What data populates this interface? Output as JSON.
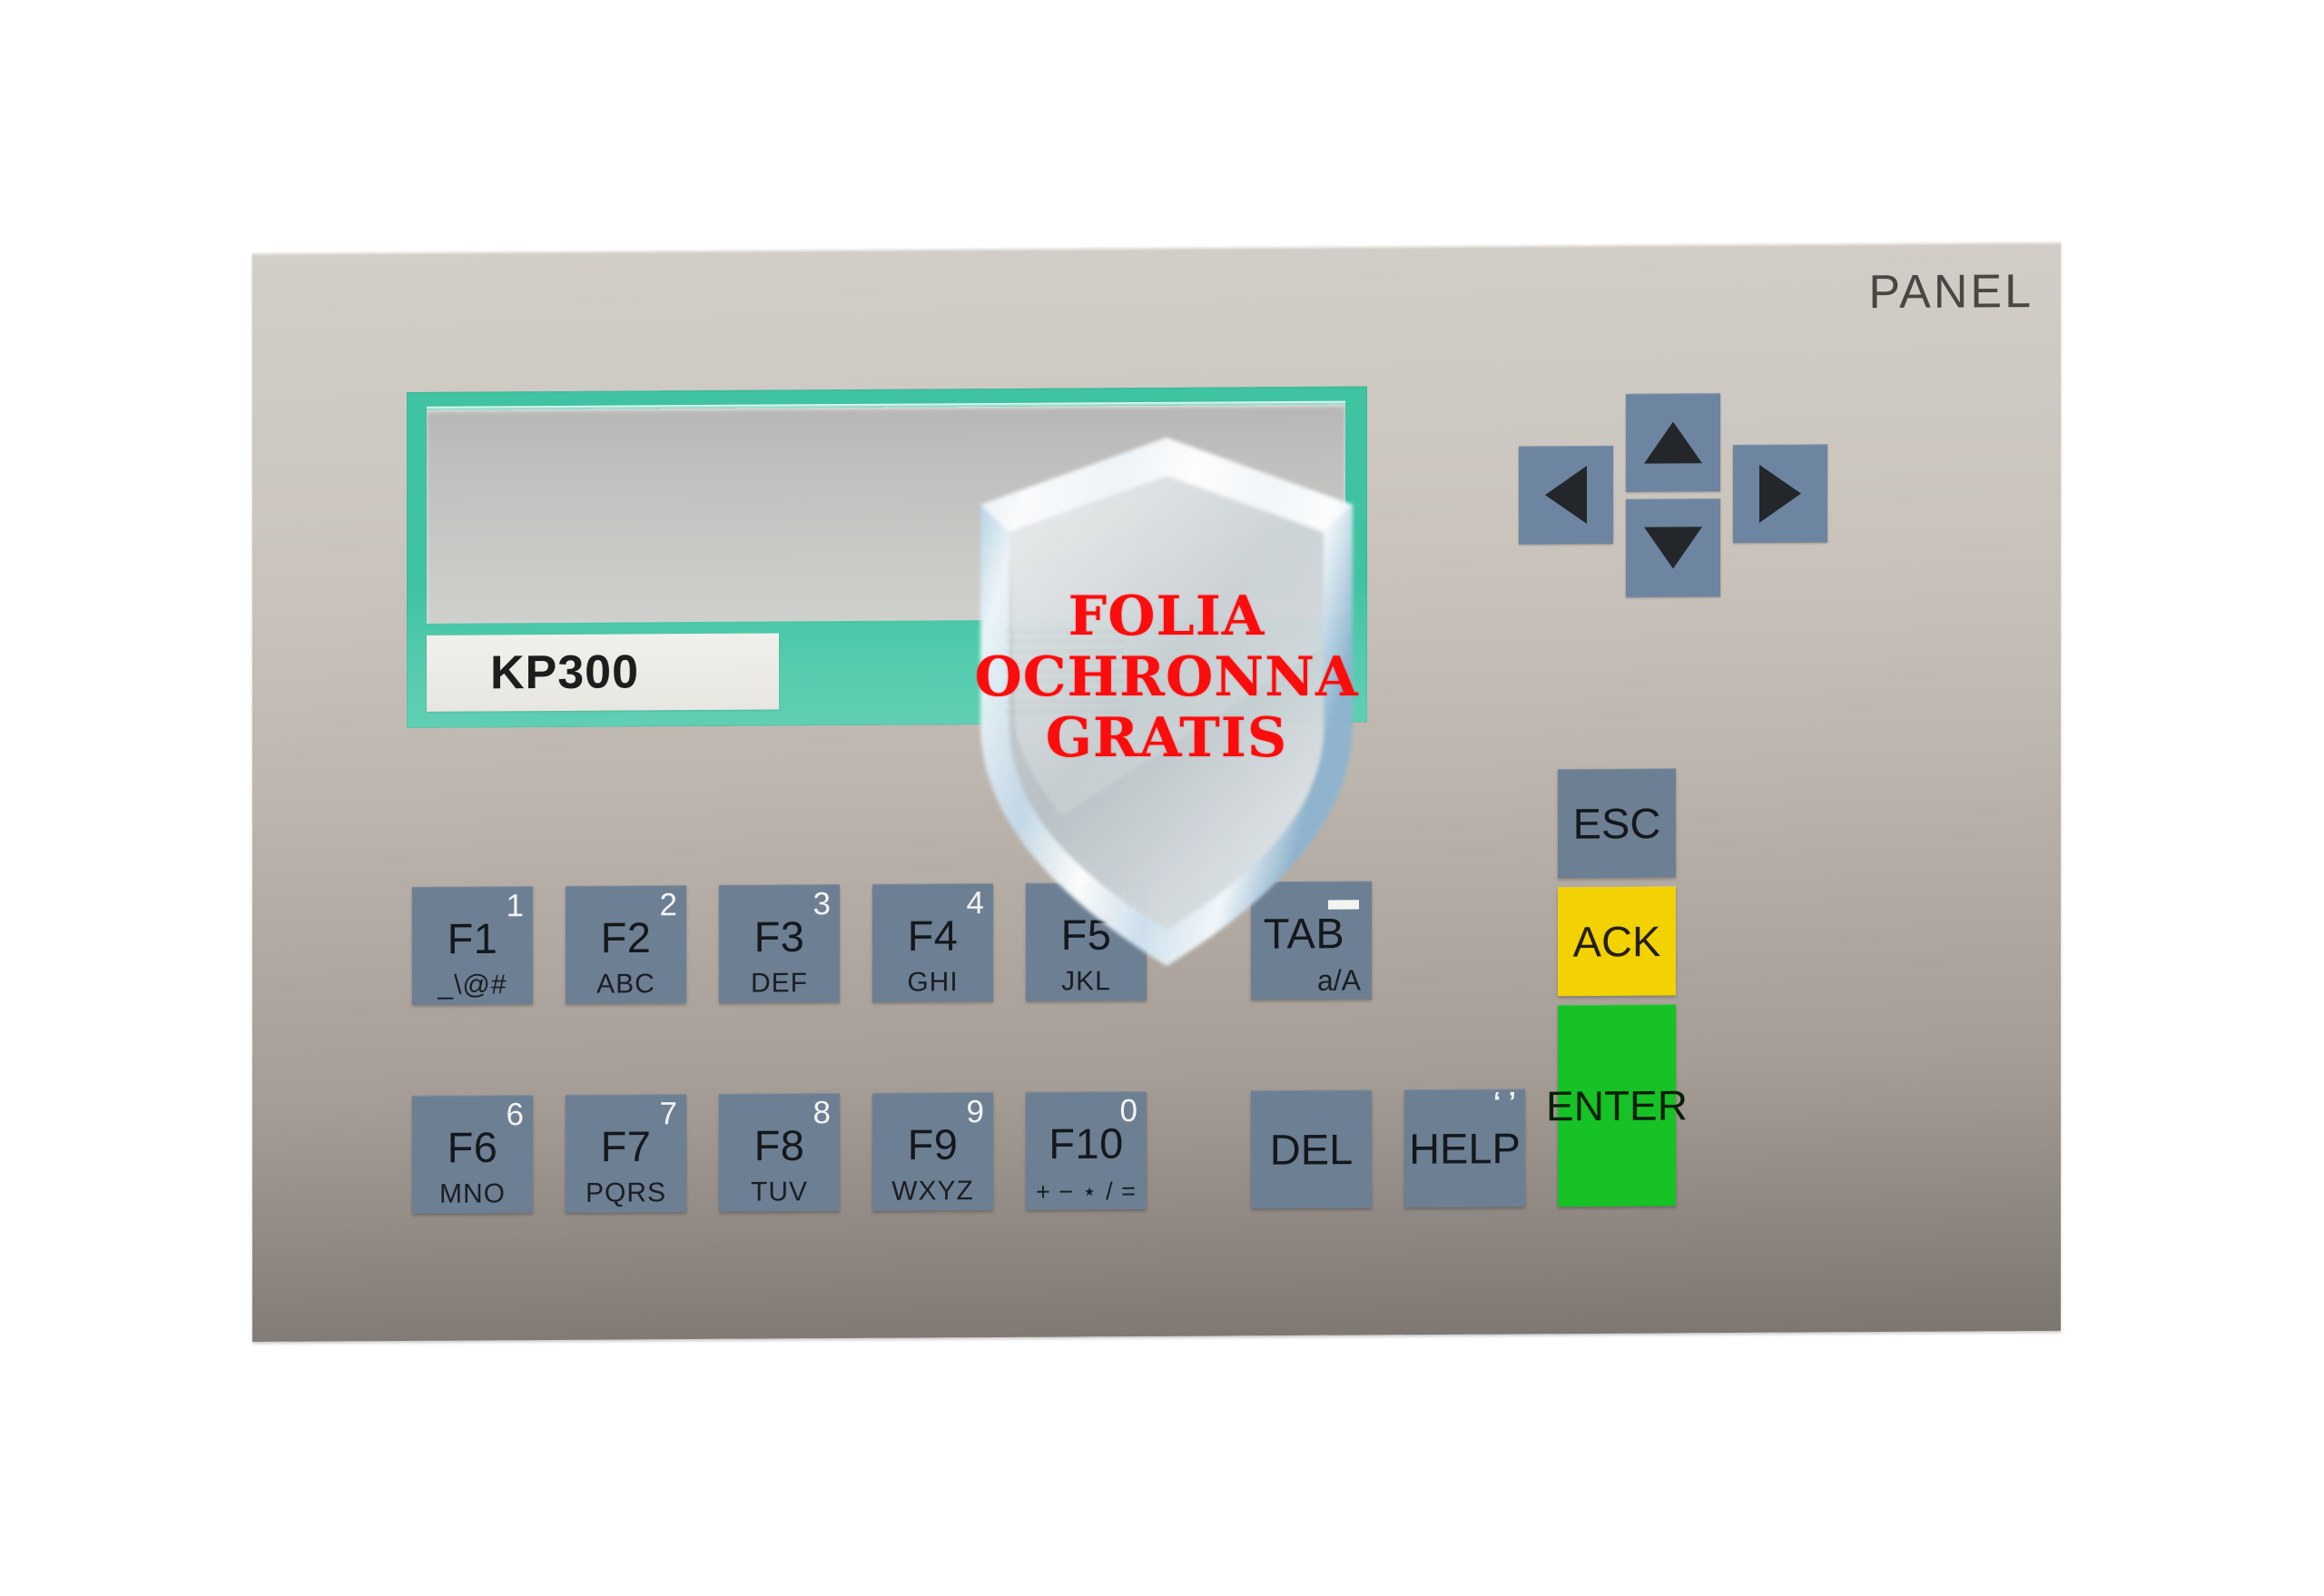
{
  "panel": {
    "wordmark": "PANEL",
    "model_label": "KP300",
    "colors": {
      "housing": "#c3bdb5",
      "bezel_green": "#3fc3a2",
      "key_blue": "#6d7f93",
      "arrow_blue": "#6d85a0",
      "ack_yellow": "#f2d202",
      "enter_green": "#16c225",
      "watermark_red": "#fb0d0d"
    }
  },
  "arrow_keys": [
    {
      "name": "arrow-up-key",
      "icon": "triangle-up-icon"
    },
    {
      "name": "arrow-down-key",
      "icon": "triangle-down-icon"
    },
    {
      "name": "arrow-left-key",
      "icon": "triangle-left-icon"
    },
    {
      "name": "arrow-right-key",
      "icon": "triangle-right-icon"
    }
  ],
  "function_keys_row1": [
    {
      "main": "F1",
      "num": "1",
      "sub": "_\\@#"
    },
    {
      "main": "F2",
      "num": "2",
      "sub": "ABC"
    },
    {
      "main": "F3",
      "num": "3",
      "sub": "DEF"
    },
    {
      "main": "F4",
      "num": "4",
      "sub": "GHI"
    },
    {
      "main": "F5",
      "num": "5",
      "sub": "JKL"
    }
  ],
  "function_keys_row2": [
    {
      "main": "F6",
      "num": "6",
      "sub": "MNO"
    },
    {
      "main": "F7",
      "num": "7",
      "sub": "PQRS"
    },
    {
      "main": "F8",
      "num": "8",
      "sub": "TUV"
    },
    {
      "main": "F9",
      "num": "9",
      "sub": "WXYZ"
    },
    {
      "main": "F10",
      "num": "0",
      "sub": "+ − ⋆ / ="
    }
  ],
  "control_keys": {
    "tab": {
      "main": "TAB",
      "mark": "▬",
      "corner_sub": "a/A"
    },
    "del": {
      "main": "DEL"
    },
    "help": {
      "main": "HELP",
      "mark": "ʻ ʼ"
    },
    "esc": {
      "main": "ESC"
    },
    "ack": {
      "main": "ACK"
    },
    "enter": {
      "main": "ENTER"
    }
  },
  "watermark": {
    "line1": "FOLIA",
    "line2": "OCHRONNA",
    "line3": "GRATIS",
    "shield_icon": "shield-icon"
  }
}
